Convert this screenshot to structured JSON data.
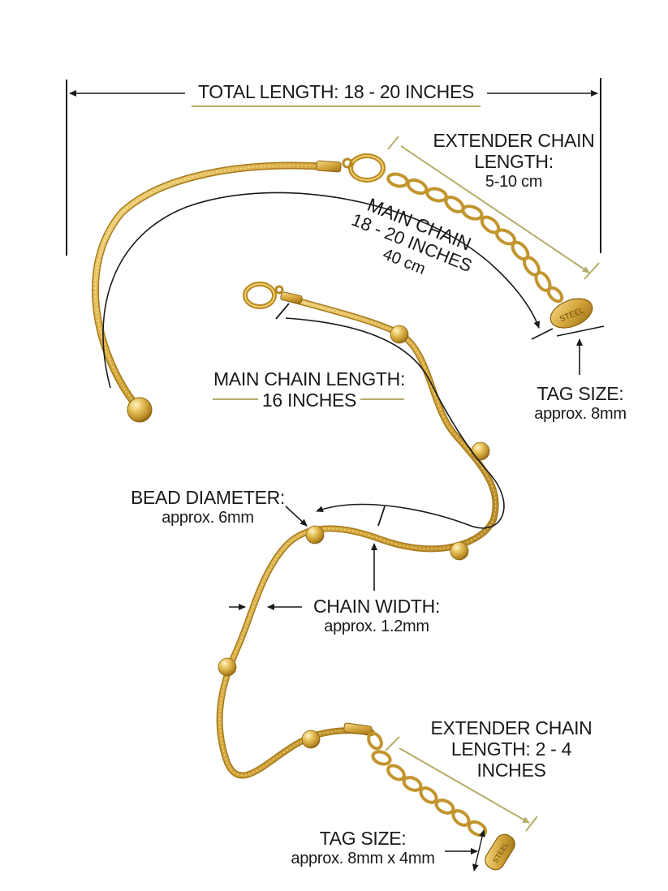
{
  "labels": {
    "total_length": "TOTAL LENGTH: 18 - 20 INCHES",
    "top_extender_line1": "EXTENDER CHAIN",
    "top_extender_line2": "LENGTH:",
    "top_extender_line3": "5-10 cm",
    "necklace_main_line1": "MAIN CHAIN",
    "necklace_main_line2": "18 - 20 INCHES",
    "necklace_main_line3": "40 cm",
    "top_tag_title": "TAG SIZE:",
    "top_tag_value": "approx. 8mm",
    "anklet_main_line1": "MAIN CHAIN LENGTH:",
    "anklet_main_line2": "16 INCHES",
    "bead_title": "BEAD DIAMETER:",
    "bead_value": "approx. 6mm",
    "width_title": "CHAIN WIDTH:",
    "width_value": "approx. 1.2mm",
    "bottom_extender_line1": "EXTENDER CHAIN",
    "bottom_extender_line2": "LENGTH: 2 - 4",
    "bottom_extender_line3": "INCHES",
    "bottom_tag_title": "TAG SIZE:",
    "bottom_tag_value": "approx. 8mm x 4mm",
    "tag_stamp": "STEEL"
  },
  "colors": {
    "gold": "#d4a63a",
    "gold_dark": "#a67a1c",
    "gold_light": "#f3d98a",
    "olive_accent": "#b5ad6a",
    "ink": "#1a1a1a"
  }
}
